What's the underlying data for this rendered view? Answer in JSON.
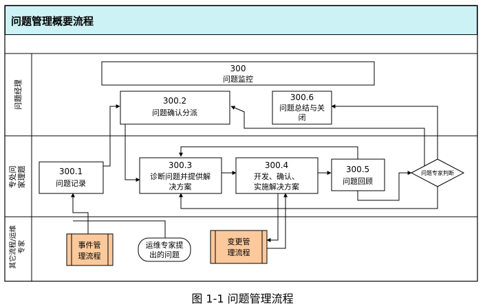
{
  "title": "问题管理概要流程",
  "colors": {
    "header_bg": "#ccf2f5",
    "lane_fill": "#ffffff",
    "external_fill": "#fbc99c",
    "border": "#000000"
  },
  "lanes": [
    {
      "id": "manager",
      "label": "问题经理"
    },
    {
      "id": "expert",
      "label": "专处问家理题"
    },
    {
      "id": "other",
      "label": "其它流程/运维专家"
    }
  ],
  "nodes": {
    "n300": {
      "code": "300",
      "text": "问题监控"
    },
    "n300_2": {
      "code": "300.2",
      "text": "问题确认分派"
    },
    "n300_6": {
      "code": "300.6",
      "text": [
        "问题总结与关",
        "闭"
      ]
    },
    "n300_1": {
      "code": "300.1",
      "text": "问题记录"
    },
    "n300_3": {
      "code": "300.3",
      "text": [
        "诊断问题并提供解",
        "决方案"
      ]
    },
    "n300_4": {
      "code": "300.4",
      "text": [
        "开发、确认、",
        "实施解决方案"
      ]
    },
    "n300_5": {
      "code": "300.5",
      "text": "问题回顾"
    },
    "decision": {
      "text": "问题专家判断"
    },
    "incident": {
      "text": [
        "事件管",
        "理流程"
      ]
    },
    "expert_raised": {
      "text": [
        "运维专家提",
        "出的问题"
      ]
    },
    "change": {
      "text": [
        "变更管",
        "理流程"
      ]
    }
  },
  "caption": "图 1-1 问题管理流程"
}
